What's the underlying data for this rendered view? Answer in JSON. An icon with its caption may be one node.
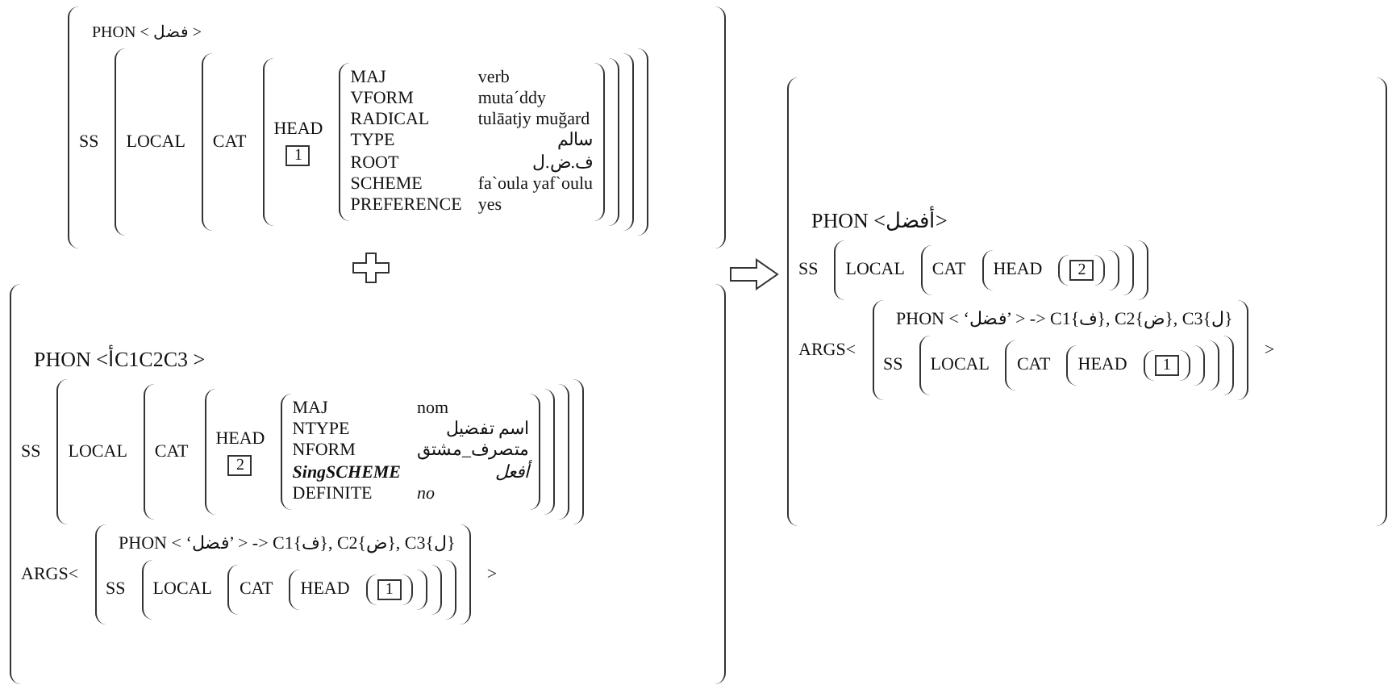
{
  "diagram": {
    "labels": [
      "PHON < فضل >",
      "SS",
      "LOCAL",
      "CAT",
      "HEAD",
      "1",
      "MAJ",
      "verb",
      "VFORM",
      "muta´ddy",
      "RADICAL",
      "tulāatjy muğard",
      "TYPE",
      "سالم",
      "ROOT",
      "ف.ض.ل",
      "SCHEME",
      "fa`oula yaf`oulu",
      "PREFERENCE",
      "yes",
      "PHON <أC1C2C3 >",
      "SS",
      "LOCAL",
      "CAT",
      "HEAD",
      "2",
      "MAJ",
      "nom",
      "NTYPE",
      "اسم تفضيل",
      "NFORM",
      "متصرف_مشتق",
      "SingSCHEME",
      "أفعل",
      "DEFINITE",
      "no",
      "ARGS<",
      "PHON < ‘فضل’ > -> C1{ف}, C2{ض}, C3{ل}",
      "SS",
      "LOCAL",
      "CAT",
      "HEAD",
      "1",
      ">",
      "PHON <أفضل>",
      "SS",
      "LOCAL",
      "CAT",
      "HEAD",
      "2",
      "ARGS<",
      "PHON < ‘فضل’ > -> C1{ف}, C2{ض}, C3{ل}",
      "SS",
      "LOCAL",
      "CAT",
      "HEAD",
      "1",
      ">"
    ]
  }
}
